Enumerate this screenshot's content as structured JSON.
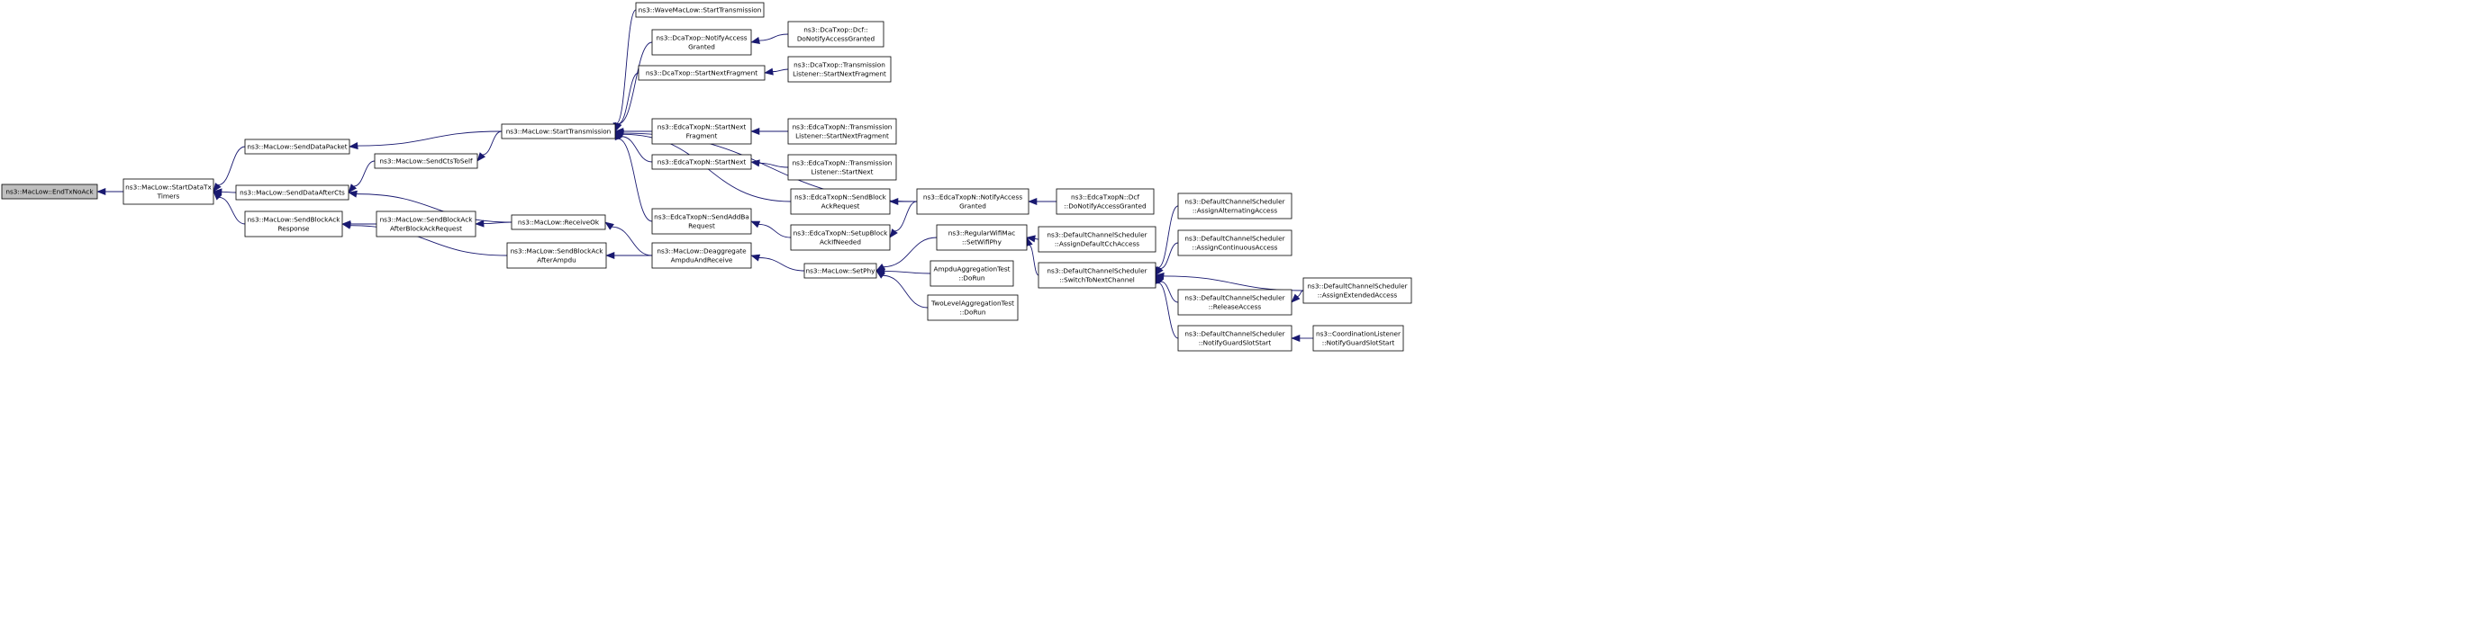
{
  "graph": {
    "nodes": [
      {
        "id": "EndTxNoAck",
        "lines": [
          "ns3::MacLow::EndTxNoAck"
        ],
        "root": true
      },
      {
        "id": "StartDataTxTimers",
        "lines": [
          "ns3::MacLow::StartDataTx",
          "Timers"
        ]
      },
      {
        "id": "SendDataPacket",
        "lines": [
          "ns3::MacLow::SendDataPacket"
        ]
      },
      {
        "id": "SendDataAfterCts",
        "lines": [
          "ns3::MacLow::SendDataAfterCts"
        ]
      },
      {
        "id": "SendBlockAckResponse",
        "lines": [
          "ns3::MacLow::SendBlockAck",
          "Response"
        ]
      },
      {
        "id": "SendCtsToSelf",
        "lines": [
          "ns3::MacLow::SendCtsToSelf"
        ]
      },
      {
        "id": "SendBlockAckAfterBlockAckRequest",
        "lines": [
          "ns3::MacLow::SendBlockAck",
          "AfterBlockAckRequest"
        ]
      },
      {
        "id": "SendBlockAckAfterAmpdu",
        "lines": [
          "ns3::MacLow::SendBlockAck",
          "AfterAmpdu"
        ]
      },
      {
        "id": "StartTransmission",
        "lines": [
          "ns3::MacLow::StartTransmission"
        ]
      },
      {
        "id": "ReceiveOk",
        "lines": [
          "ns3::MacLow::ReceiveOk"
        ]
      },
      {
        "id": "WaveStartTransmission",
        "lines": [
          "ns3::WaveMacLow::StartTransmission"
        ]
      },
      {
        "id": "DcaNotifyAccessGranted",
        "lines": [
          "ns3::DcaTxop::NotifyAccess",
          "Granted"
        ]
      },
      {
        "id": "DcaStartNextFragment",
        "lines": [
          "ns3::DcaTxop::StartNextFragment"
        ]
      },
      {
        "id": "EdcaStartNextFragment",
        "lines": [
          "ns3::EdcaTxopN::StartNext",
          "Fragment"
        ]
      },
      {
        "id": "EdcaStartNext",
        "lines": [
          "ns3::EdcaTxopN::StartNext"
        ]
      },
      {
        "id": "EdcaSendBlockAckRequest",
        "lines": [
          "ns3::EdcaTxopN::SendBlock",
          "AckRequest"
        ]
      },
      {
        "id": "EdcaSendAddBaRequest",
        "lines": [
          "ns3::EdcaTxopN::SendAddBa",
          "Request"
        ]
      },
      {
        "id": "DeaggregateAmpduAndReceive",
        "lines": [
          "ns3::MacLow::Deaggregate",
          "AmpduAndReceive"
        ]
      },
      {
        "id": "DcfDoNotifyAccessGranted",
        "lines": [
          "ns3::DcaTxop::Dcf::",
          "DoNotifyAccessGranted"
        ]
      },
      {
        "id": "DcaTLStartNextFragment",
        "lines": [
          "ns3::DcaTxop::Transmission",
          "Listener::StartNextFragment"
        ]
      },
      {
        "id": "EdcaTLStartNextFragment",
        "lines": [
          "ns3::EdcaTxopN::Transmission",
          "Listener::StartNextFragment"
        ]
      },
      {
        "id": "EdcaTLStartNext",
        "lines": [
          "ns3::EdcaTxopN::Transmission",
          "Listener::StartNext"
        ]
      },
      {
        "id": "EdcaSetupBlockAckIfNeeded",
        "lines": [
          "ns3::EdcaTxopN::SetupBlock",
          "AckIfNeeded"
        ]
      },
      {
        "id": "SetPhy",
        "lines": [
          "ns3::MacLow::SetPhy"
        ]
      },
      {
        "id": "EdcaNotifyAccessGranted",
        "lines": [
          "ns3::EdcaTxopN::NotifyAccess",
          "Granted"
        ]
      },
      {
        "id": "RegularSetWifiPhy",
        "lines": [
          "ns3::RegularWifiMac",
          "::SetWifiPhy"
        ]
      },
      {
        "id": "AmpduAggregationTestDoRun",
        "lines": [
          "AmpduAggregationTest",
          "::DoRun"
        ]
      },
      {
        "id": "TwoLevelAggregationTestDoRun",
        "lines": [
          "TwoLevelAggregationTest",
          "::DoRun"
        ]
      },
      {
        "id": "EdcaDcfDoNotifyAccessGranted",
        "lines": [
          "ns3::EdcaTxopN::Dcf",
          "::DoNotifyAccessGranted"
        ]
      },
      {
        "id": "AssignDefaultCchAccess",
        "lines": [
          "ns3::DefaultChannelScheduler",
          "::AssignDefaultCchAccess"
        ]
      },
      {
        "id": "SwitchToNextChannel",
        "lines": [
          "ns3::DefaultChannelScheduler",
          "::SwitchToNextChannel"
        ]
      },
      {
        "id": "AssignAlternatingAccess",
        "lines": [
          "ns3::DefaultChannelScheduler",
          "::AssignAlternatingAccess"
        ]
      },
      {
        "id": "AssignContinuousAccess",
        "lines": [
          "ns3::DefaultChannelScheduler",
          "::AssignContinuousAccess"
        ]
      },
      {
        "id": "ReleaseAccess",
        "lines": [
          "ns3::DefaultChannelScheduler",
          "::ReleaseAccess"
        ]
      },
      {
        "id": "NotifyGuardSlotStart",
        "lines": [
          "ns3::DefaultChannelScheduler",
          "::NotifyGuardSlotStart"
        ]
      },
      {
        "id": "AssignExtendedAccess",
        "lines": [
          "ns3::DefaultChannelScheduler",
          "::AssignExtendedAccess"
        ]
      },
      {
        "id": "CoordinationNotifyGuardSlotStart",
        "lines": [
          "ns3::CoordinationListener",
          "::NotifyGuardSlotStart"
        ]
      }
    ],
    "edges": [
      {
        "from": "StartDataTxTimers",
        "to": "EndTxNoAck"
      },
      {
        "from": "SendDataPacket",
        "to": "StartDataTxTimers"
      },
      {
        "from": "SendDataAfterCts",
        "to": "StartDataTxTimers"
      },
      {
        "from": "SendBlockAckResponse",
        "to": "StartDataTxTimers"
      },
      {
        "from": "StartTransmission",
        "to": "SendDataPacket"
      },
      {
        "from": "SendCtsToSelf",
        "to": "SendDataAfterCts"
      },
      {
        "from": "ReceiveOk",
        "to": "SendDataAfterCts"
      },
      {
        "from": "SendBlockAckAfterBlockAckRequest",
        "to": "SendBlockAckResponse"
      },
      {
        "from": "SendBlockAckAfterAmpdu",
        "to": "SendBlockAckResponse"
      },
      {
        "from": "StartTransmission",
        "to": "SendCtsToSelf"
      },
      {
        "from": "ReceiveOk",
        "to": "SendBlockAckAfterBlockAckRequest"
      },
      {
        "from": "DeaggregateAmpduAndReceive",
        "to": "SendBlockAckAfterAmpdu"
      },
      {
        "from": "DeaggregateAmpduAndReceive",
        "to": "ReceiveOk"
      },
      {
        "from": "WaveStartTransmission",
        "to": "StartTransmission"
      },
      {
        "from": "DcaNotifyAccessGranted",
        "to": "StartTransmission"
      },
      {
        "from": "DcaStartNextFragment",
        "to": "StartTransmission"
      },
      {
        "from": "EdcaNotifyAccessGranted",
        "to": "StartTransmission"
      },
      {
        "from": "EdcaStartNextFragment",
        "to": "StartTransmission"
      },
      {
        "from": "EdcaStartNext",
        "to": "StartTransmission"
      },
      {
        "from": "EdcaSendBlockAckRequest",
        "to": "StartTransmission"
      },
      {
        "from": "EdcaSendAddBaRequest",
        "to": "StartTransmission"
      },
      {
        "from": "DcfDoNotifyAccessGranted",
        "to": "DcaNotifyAccessGranted"
      },
      {
        "from": "DcaTLStartNextFragment",
        "to": "DcaStartNextFragment"
      },
      {
        "from": "EdcaTLStartNextFragment",
        "to": "EdcaStartNextFragment"
      },
      {
        "from": "EdcaTLStartNext",
        "to": "EdcaStartNext"
      },
      {
        "from": "EdcaNotifyAccessGranted",
        "to": "EdcaSendBlockAckRequest"
      },
      {
        "from": "EdcaSetupBlockAckIfNeeded",
        "to": "EdcaSendAddBaRequest"
      },
      {
        "from": "SetPhy",
        "to": "DeaggregateAmpduAndReceive"
      },
      {
        "from": "EdcaNotifyAccessGranted",
        "to": "EdcaSetupBlockAckIfNeeded"
      },
      {
        "from": "EdcaDcfDoNotifyAccessGranted",
        "to": "EdcaNotifyAccessGranted"
      },
      {
        "from": "RegularSetWifiPhy",
        "to": "SetPhy"
      },
      {
        "from": "AmpduAggregationTestDoRun",
        "to": "SetPhy"
      },
      {
        "from": "TwoLevelAggregationTestDoRun",
        "to": "SetPhy"
      },
      {
        "from": "AssignDefaultCchAccess",
        "to": "RegularSetWifiPhy"
      },
      {
        "from": "SwitchToNextChannel",
        "to": "RegularSetWifiPhy"
      },
      {
        "from": "AssignAlternatingAccess",
        "to": "SwitchToNextChannel"
      },
      {
        "from": "AssignContinuousAccess",
        "to": "SwitchToNextChannel"
      },
      {
        "from": "AssignExtendedAccess",
        "to": "SwitchToNextChannel"
      },
      {
        "from": "ReleaseAccess",
        "to": "SwitchToNextChannel"
      },
      {
        "from": "NotifyGuardSlotStart",
        "to": "SwitchToNextChannel"
      },
      {
        "from": "AssignExtendedAccess",
        "to": "ReleaseAccess"
      },
      {
        "from": "CoordinationNotifyGuardSlotStart",
        "to": "NotifyGuardSlotStart"
      }
    ]
  }
}
